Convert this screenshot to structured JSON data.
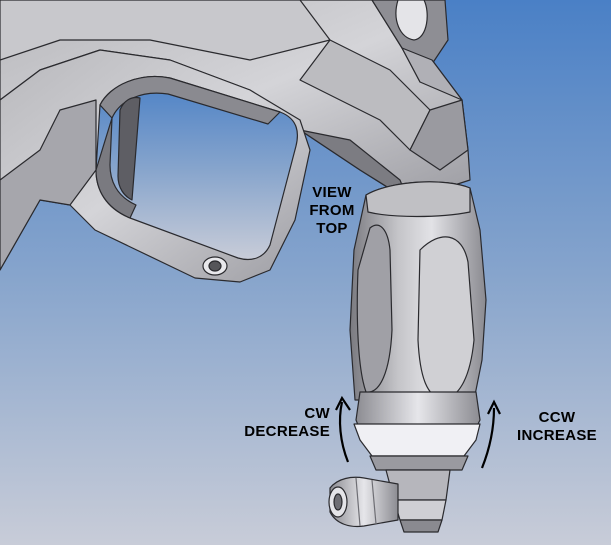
{
  "annotations": {
    "view": {
      "line1": "VIEW",
      "line2": "FROM",
      "line3": "TOP"
    },
    "cw": {
      "line1": "CW",
      "line2": "DECREASE"
    },
    "ccw": {
      "line1": "CCW",
      "line2": "INCREASE"
    }
  },
  "colors": {
    "background_top": "#4a80c6",
    "background_bottom": "#c8ccd8",
    "part_light": "#d8d8dc",
    "part_mid": "#a8a8ae",
    "part_dark": "#6e6e74",
    "outline": "#2a2a2e",
    "arrow": "#000000"
  }
}
